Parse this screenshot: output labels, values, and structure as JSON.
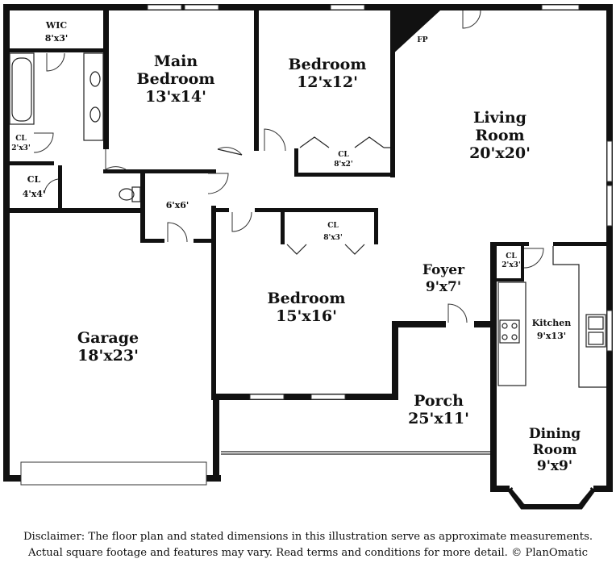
{
  "rooms": {
    "wic": {
      "name": "WIC",
      "dims": "8'x3'"
    },
    "main_bedroom": {
      "name_line1": "Main",
      "name_line2": "Bedroom",
      "dims": "13'x14'"
    },
    "bedroom_top": {
      "name": "Bedroom",
      "dims": "12'x12'"
    },
    "bedroom_top_closet": {
      "name": "CL",
      "dims": "8'x2'"
    },
    "fireplace": {
      "name": "FP"
    },
    "living_room": {
      "name_line1": "Living",
      "name_line2": "Room",
      "dims": "20'x20'"
    },
    "bath_closet": {
      "name": "CL",
      "dims": "2'x3'"
    },
    "closet_4x4": {
      "name": "CL",
      "dims": "4'x4'"
    },
    "hall": {
      "dims": "6'x6'"
    },
    "bedroom_mid_closet": {
      "name": "CL",
      "dims": "8'x3'"
    },
    "foyer": {
      "name": "Foyer",
      "dims": "9'x7'"
    },
    "kitchen_closet": {
      "name": "CL",
      "dims": "2'x3'"
    },
    "kitchen": {
      "name": "Kitchen",
      "dims": "9'x13'"
    },
    "garage": {
      "name": "Garage",
      "dims": "18'x23'"
    },
    "bedroom_mid": {
      "name": "Bedroom",
      "dims": "15'x16'"
    },
    "porch": {
      "name": "Porch",
      "dims": "25'x11'"
    },
    "dining_room": {
      "name_line1": "Dining",
      "name_line2": "Room",
      "dims": "9'x9'"
    }
  },
  "disclaimer": {
    "line1": "Disclaimer: The floor plan and stated dimensions in this illustration serve as approximate measurements.",
    "line2": "Actual square footage and features may vary. Read terms and conditions for more detail. © PlanOmatic"
  }
}
